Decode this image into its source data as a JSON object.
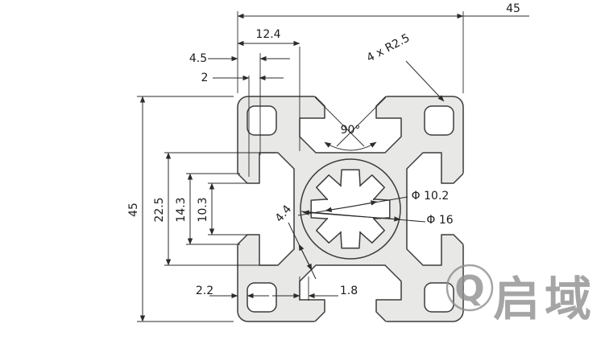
{
  "drawing": {
    "subject": "45x45 aluminum extrusion profile cross-section",
    "fill_color": "#e8e8e6",
    "outline_color": "#3c3c3c",
    "dim_color": "#2b2b2b",
    "watermark_color": "#8f8f8f"
  },
  "dimensions": {
    "overall_width": "45",
    "overall_height": "45",
    "slot_cavity_offset": "12.4",
    "lip_depth": "4.5",
    "chamfer": "2",
    "corner_radius": "4 x R2.5",
    "slot_angle": "90°",
    "cavity_width": "22.5",
    "slot_outer_width": "14.3",
    "slot_opening": "10.3",
    "bore_diameter": "Φ 10.2",
    "boss_diameter": "Φ 16",
    "web_thickness": "4.4",
    "bottom_wall": "2.2",
    "bottom_lip": "1.8"
  },
  "watermark": {
    "logo_letter": "Q",
    "brand": "启域"
  }
}
